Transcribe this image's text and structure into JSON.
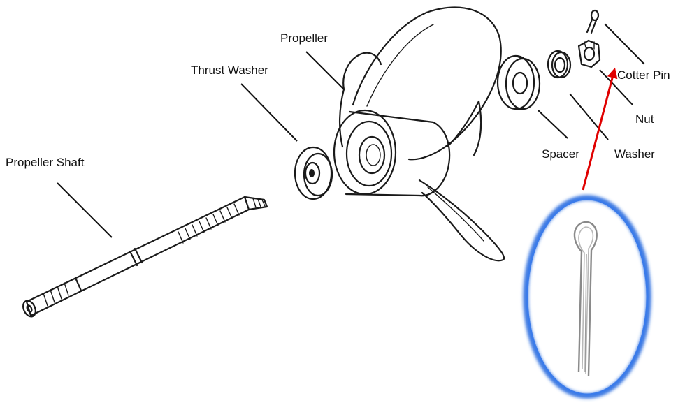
{
  "labels": {
    "propeller_shaft": "Propeller Shaft",
    "thrust_washer": "Thrust Washer",
    "propeller": "Propeller",
    "spacer": "Spacer",
    "washer": "Washer",
    "nut": "Nut",
    "cotter_pin": "Cotter Pin"
  },
  "colors": {
    "line_art": "#1a1a1a",
    "callout_arrow": "#e00000",
    "highlight_ring": "#2f6fe0",
    "background": "#ffffff"
  }
}
